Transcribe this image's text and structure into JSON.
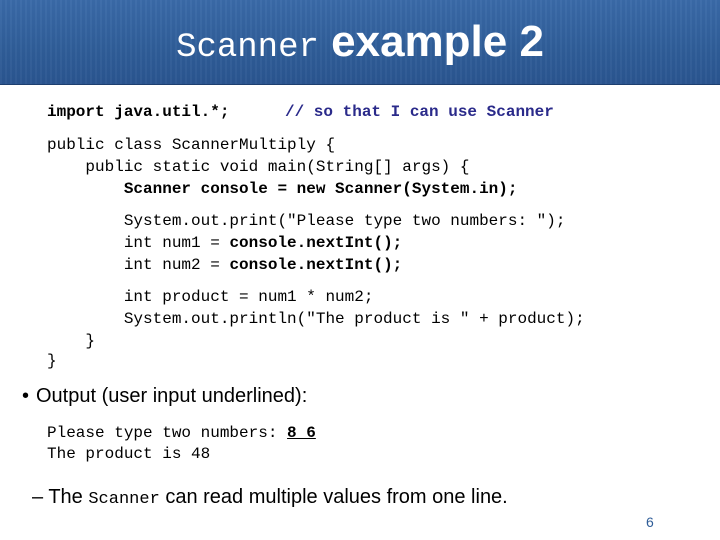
{
  "slide": {
    "title_mono": "Scanner",
    "title_sans": "example 2",
    "page_number": "6"
  },
  "code": {
    "import_line": "import java.util.*;",
    "import_comment": "// so that I can use Scanner",
    "lines": [
      "public class ScannerMultiply {",
      "    public static void main(String[] args) {",
      "        Scanner console = new Scanner(System.in);",
      "        System.out.print(\"Please type two numbers: \");",
      "        int num1 = ",
      "console.nextInt();",
      "        int num2 = ",
      "console.nextInt();",
      "        int product = num1 * num2;",
      "        System.out.println(\"The product is \" + product);",
      "    }",
      "}"
    ]
  },
  "bullet": {
    "dot": "•",
    "text": "Output (user input underlined):"
  },
  "output": {
    "line1_prompt": "Please type two numbers: ",
    "line1_input": "8 6",
    "line2": "The product is 48"
  },
  "subbullet": {
    "dash": "–",
    "text_before": "The ",
    "mono": "Scanner",
    "text_after": " can read multiple values from one line."
  }
}
